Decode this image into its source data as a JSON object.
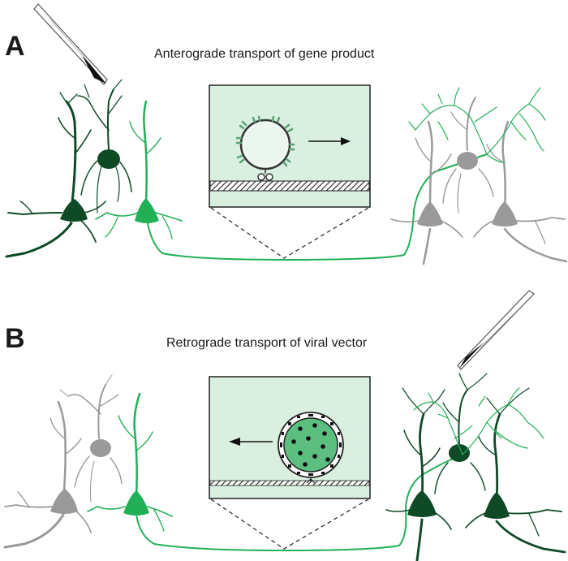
{
  "panels": [
    {
      "letter": "A",
      "title": "Anterograde transport of gene product"
    },
    {
      "letter": "B",
      "title": "Retrograde transport of viral vector"
    }
  ],
  "colors": {
    "dark_green": "#0e4a26",
    "bright_green": "#22b057",
    "gray": "#9a9a9a",
    "inset_bg": "#d9efe0",
    "vesicle_fill": "#eaf6ee",
    "virus_fill": "#5cbf80",
    "ink": "#1a1a1a"
  },
  "icons": [
    "injection-pipette-icon",
    "vesicle-icon",
    "viral-particle-icon",
    "arrow-right-icon",
    "arrow-left-icon"
  ]
}
